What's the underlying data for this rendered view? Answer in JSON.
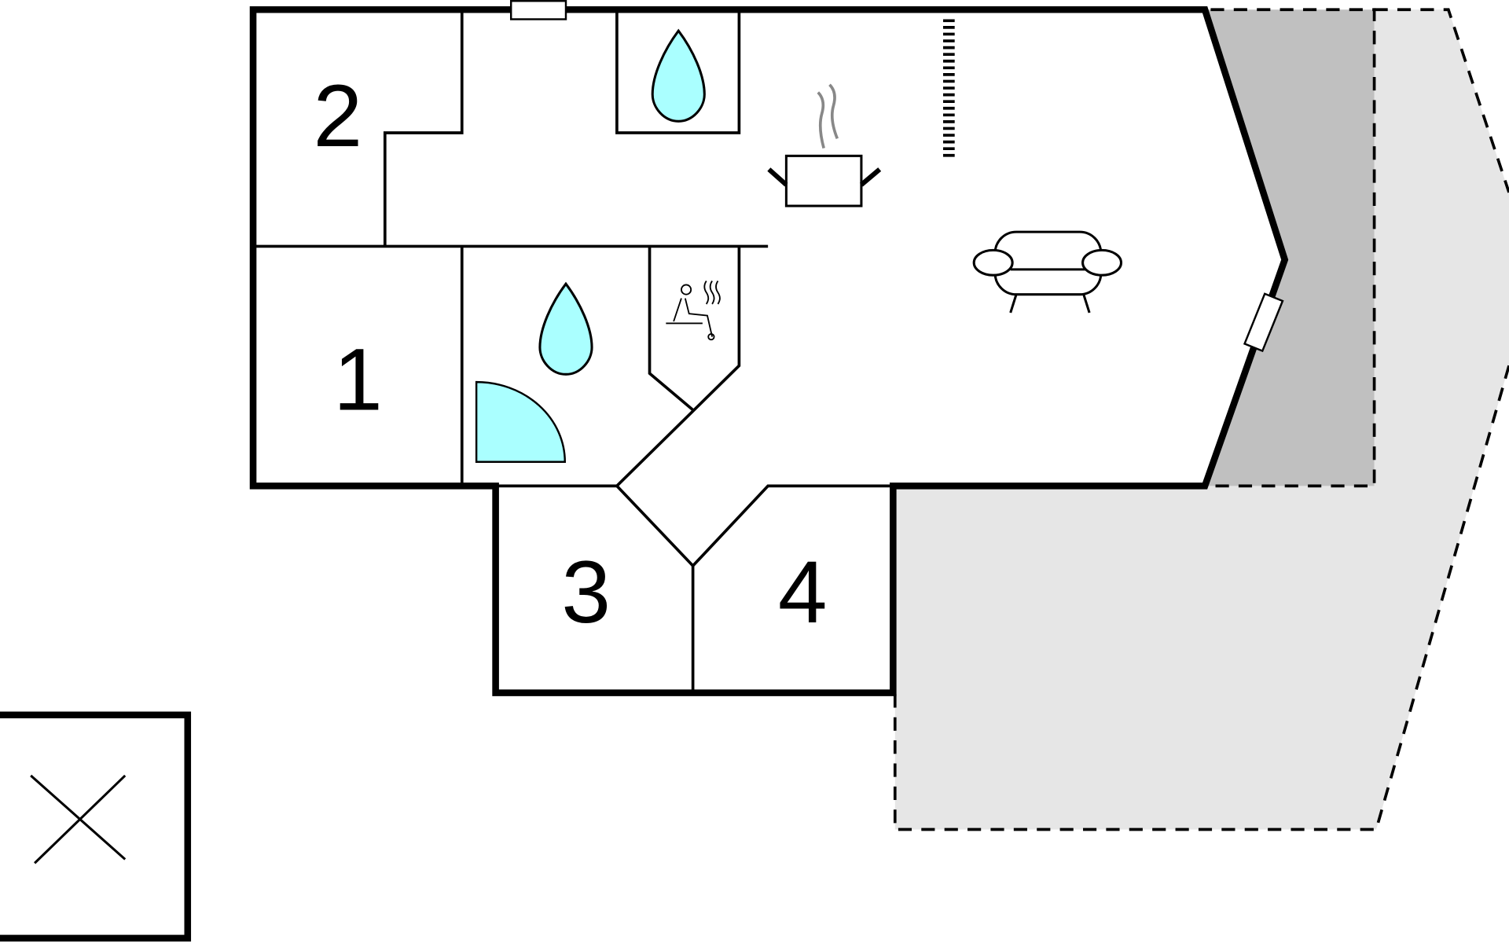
{
  "rooms": {
    "r1": "1",
    "r2": "2",
    "r3": "3",
    "r4": "4"
  },
  "icons": [
    "water-drop-icon",
    "shower-icon",
    "sauna-icon",
    "cooking-pot-icon",
    "sofa-icon",
    "stairs-icon",
    "window-icon",
    "cross-icon"
  ],
  "colors": {
    "water": "#aaffff",
    "terrace_dark": "#c0c0c0",
    "terrace_light": "#e6e6e6",
    "wall": "#000000"
  }
}
